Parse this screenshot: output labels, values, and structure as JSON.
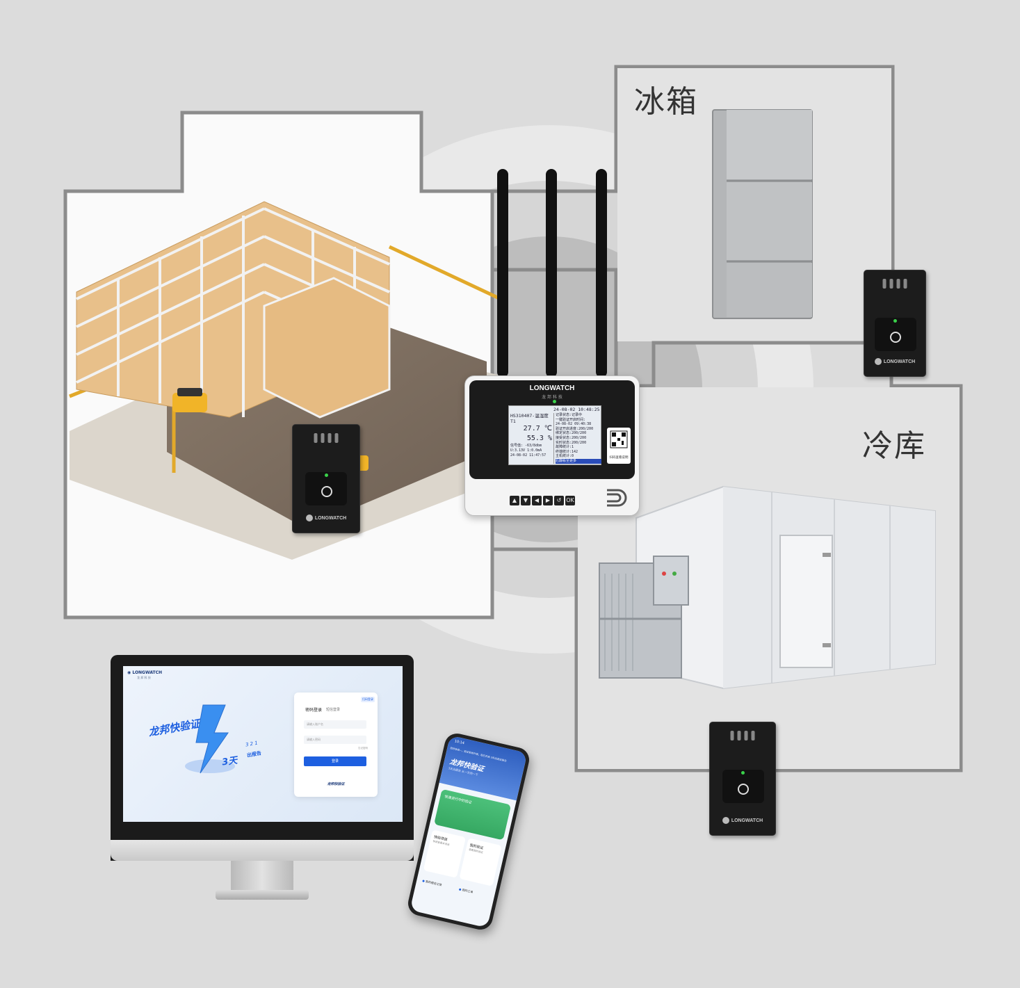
{
  "zones": {
    "fridge_label": "冰箱",
    "cold_storage_label": "冷库"
  },
  "sensor_brand": "LONGWATCH",
  "gateway": {
    "brand": "LONGWATCH",
    "brand_sub": "龙 邦 科 技",
    "screen": {
      "left_lines": [
        "HS310407-温湿度",
        "T1",
        "27.7 ℃",
        "55.3 %",
        "信号值:  -63/8dbm",
        "U:3.13V  1:0.0mA",
        "24-08-02 11:47:57"
      ],
      "right_lines": [
        "记录状态:记录中",
        "一键验证开启时间:",
        "  24-08-02 09:40:38",
        "验证开启进度:200/200",
        "绑定状态:200/200",
        "接受状态:200/200",
        "实时状态:200/200",
        "故障统计:1",
        "终端统计:142",
        "主机统计:0",
        "右翻看至更多"
      ],
      "datetime": "24-08-02 10:48:25"
    },
    "qr_caption": "扫码查看说明",
    "keys": [
      "▲",
      "▼",
      "◀",
      "▶",
      "↺",
      "OK"
    ]
  },
  "monitor": {
    "brand": "LONGWATCH",
    "brand_sub": "龙 邦 科 技",
    "hero_title": "龙邦快验证",
    "hero_badge": "3天",
    "hero_numbers": "3 2 1",
    "hero_sub": "出报告",
    "login": {
      "tab_password": "密码登录",
      "tab_sms": "短信登录",
      "corner_tag": "扫码登录",
      "account_placeholder": "请输入账户名",
      "password_placeholder": "请输入密码",
      "forgot": "忘记密码",
      "submit": "登录",
      "footer_brand": "龙邦快验证"
    }
  },
  "phone": {
    "status_time": "10:14",
    "notice": "您好体验~，验证系统升级，现已开启 3天出验证报告",
    "hero_title": "龙邦快验证",
    "hero_sub": "3天出报告 从一天到一下",
    "hero_card": "快速进行中的验证",
    "card_quick": "快验项目",
    "card_quick_sub": "快速查看本项目",
    "card_mine": "我的验证",
    "card_mine_sub": "查看我的验证",
    "link_report": "我的报告记录",
    "link_tickets": "我的工单"
  },
  "colors": {
    "background": "#dcdcdc",
    "zone_border": "#8c8c8c",
    "accent_blue": "#1d5fe0",
    "led_green": "#3ad14a"
  }
}
